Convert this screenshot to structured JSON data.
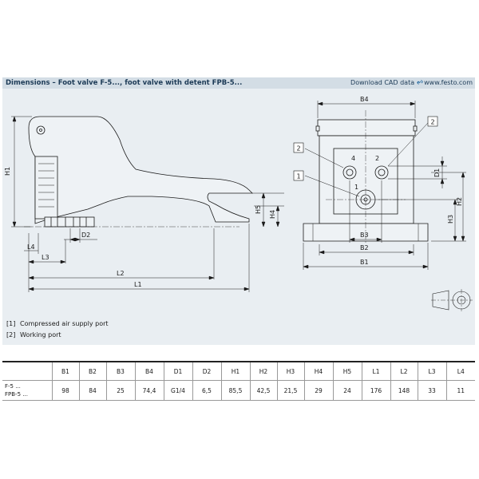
{
  "header": {
    "title": "Dimensions – Foot valve F-5..., foot valve with detent FPB-5...",
    "cad_label": "Download CAD data",
    "cad_url": "www.festo.com",
    "link_icon": "chain-link-icon"
  },
  "side_view": {
    "dims": {
      "H1": "H1",
      "H5": "H5",
      "H4": "H4",
      "L4": "L4",
      "D2": "D2",
      "L3": "L3",
      "L2": "L2",
      "L1": "L1"
    }
  },
  "front_view": {
    "dims": {
      "B4": "B4",
      "B3": "B3",
      "B2": "B2",
      "B1": "B1",
      "D1": "D1",
      "H2": "H2",
      "H3": "H3"
    },
    "callouts": {
      "c2_top": "2",
      "c2_left": "2",
      "c1": "1",
      "port4": "4",
      "port2": "2",
      "port1": "1"
    }
  },
  "legend": [
    {
      "num": "[1]",
      "text": "Compressed air supply port"
    },
    {
      "num": "[2]",
      "text": "Working port"
    }
  ],
  "table": {
    "headers": [
      "",
      "B1",
      "B2",
      "B3",
      "B4",
      "D1",
      "D2",
      "H1",
      "H2",
      "H3",
      "H4",
      "H5",
      "L1",
      "L2",
      "L3",
      "L4"
    ],
    "variants": [
      "F-5 ...",
      "FPB-5 ..."
    ],
    "values": [
      "98",
      "84",
      "25",
      "74,4",
      "G1/4",
      "6,5",
      "85,5",
      "42,5",
      "21,5",
      "29",
      "24",
      "176",
      "148",
      "33",
      "11"
    ]
  },
  "colors": {
    "panel": "#e9eef2",
    "header_bar": "#d3dde5",
    "title": "#1d3b57"
  }
}
